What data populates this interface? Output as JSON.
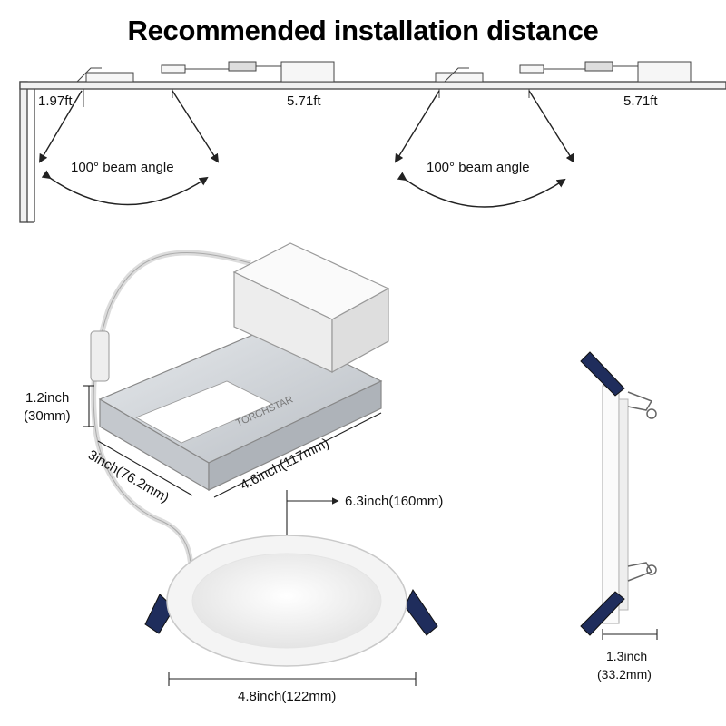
{
  "title": "Recommended installation distance",
  "distances": {
    "edge": "1.97ft",
    "span_left": "5.71ft",
    "span_right": "5.71ft"
  },
  "beam": {
    "left": "100° beam angle",
    "right": "100° beam angle"
  },
  "dimensions": {
    "height_in": "1.2inch",
    "height_mm": "(30mm)",
    "depth": "3inch(76.2mm)",
    "width": "4.6inch(117mm)",
    "cable": "6.3inch(160mm)",
    "diameter": "4.8inch(122mm)",
    "profile_in": "1.3inch",
    "profile_mm": "(33.2mm)"
  },
  "brand_mark": "TORCHSTAR",
  "colors": {
    "line": "#222222",
    "metal": "#cfd3d8",
    "clip": "#1f2d5c",
    "white_part": "#f4f4f4"
  }
}
